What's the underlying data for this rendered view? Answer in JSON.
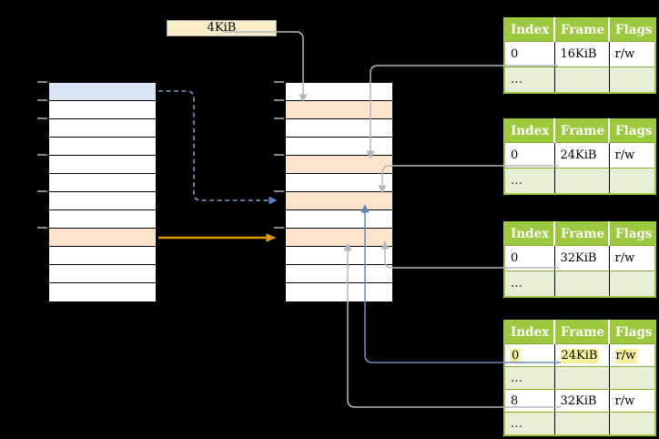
{
  "canvas": {
    "background": "#000000"
  },
  "page_size_box": {
    "label": "4KiB"
  },
  "memory_columns": {
    "virtual": {
      "row_count": 12,
      "blue_row_index": 0,
      "orange_row_index": 8
    },
    "physical": {
      "row_count": 12,
      "orange_row_indices": [
        1,
        4,
        6,
        8
      ]
    }
  },
  "tables": [
    {
      "headers": [
        "Index",
        "Frame",
        "Flags"
      ],
      "rows": [
        [
          "0",
          "16KiB",
          "r/w"
        ],
        [
          "…",
          "",
          ""
        ]
      ]
    },
    {
      "headers": [
        "Index",
        "Frame",
        "Flags"
      ],
      "rows": [
        [
          "0",
          "24KiB",
          "r/w"
        ],
        [
          "…",
          "",
          ""
        ]
      ]
    },
    {
      "headers": [
        "Index",
        "Frame",
        "Flags"
      ],
      "rows": [
        [
          "0",
          "32KiB",
          "r/w"
        ],
        [
          "…",
          "",
          ""
        ]
      ]
    },
    {
      "headers": [
        "Index",
        "Frame",
        "Flags"
      ],
      "rows": [
        [
          "0",
          "24KiB",
          "r/w"
        ],
        [
          "…",
          "",
          ""
        ],
        [
          "8",
          "32KiB",
          "r/w"
        ],
        [
          "…",
          "",
          ""
        ]
      ],
      "highlighted_row": 0
    }
  ],
  "connections": [
    {
      "from": "page-size-box-4KiB",
      "to": "physical-frame-4KiB",
      "style": "gray-arrow"
    },
    {
      "from": "table-1-frame-16KiB",
      "to": "physical-frame-16KiB",
      "style": "gray-arrow"
    },
    {
      "from": "table-2-frame-24KiB",
      "to": "physical-frame-24KiB",
      "style": "gray-arrow"
    },
    {
      "from": "table-3-frame-32KiB",
      "to": "physical-frame-32KiB",
      "style": "gray-arrow"
    },
    {
      "from": "table-4-frame-24KiB",
      "to": "physical-frame-24KiB",
      "style": "blue-arrow"
    },
    {
      "from": "table-4-frame-32KiB",
      "to": "physical-frame-32KiB",
      "style": "gray-arrow"
    },
    {
      "from": "virtual-page-blue",
      "to": "physical-frame-24KiB",
      "style": "blue-dashed-arrow"
    },
    {
      "from": "virtual-page-orange",
      "to": "physical-frame-32KiB",
      "style": "orange-arrow"
    }
  ],
  "colors": {
    "table_header_green": "#9cc83d",
    "table_row_light_green": "#e9efd6",
    "virtual_page_blue": "#d9e5f6",
    "frame_orange": "#fde4cb",
    "page_size_box_cream": "#fcedc9",
    "highlight_yellow": "#f8f29c",
    "connector_gray": "#b4b7bf",
    "connector_blue": "#6a8cbe",
    "connector_dashed_blue": "#79a0d2",
    "connector_orange": "#dc9a00",
    "tick_gray": "#858585"
  }
}
